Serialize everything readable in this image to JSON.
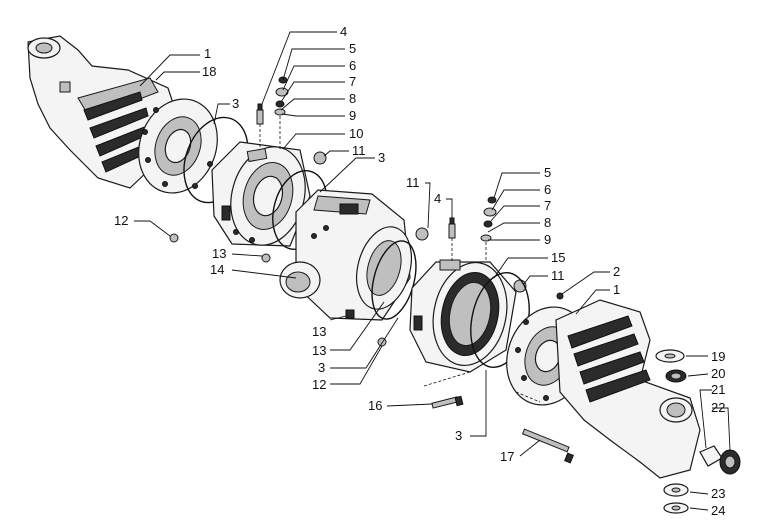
{
  "callouts": [
    {
      "id": "c1a",
      "label": "1"
    },
    {
      "id": "c18",
      "label": "18"
    },
    {
      "id": "c3a",
      "label": "3"
    },
    {
      "id": "c4a",
      "label": "4"
    },
    {
      "id": "c5a",
      "label": "5"
    },
    {
      "id": "c6a",
      "label": "6"
    },
    {
      "id": "c7a",
      "label": "7"
    },
    {
      "id": "c8a",
      "label": "8"
    },
    {
      "id": "c9a",
      "label": "9"
    },
    {
      "id": "c10",
      "label": "10"
    },
    {
      "id": "c11a",
      "label": "11"
    },
    {
      "id": "c3b",
      "label": "3"
    },
    {
      "id": "c12a",
      "label": "12"
    },
    {
      "id": "c13a",
      "label": "13"
    },
    {
      "id": "c14",
      "label": "14"
    },
    {
      "id": "c11b",
      "label": "11"
    },
    {
      "id": "c4b",
      "label": "4"
    },
    {
      "id": "c5b",
      "label": "5"
    },
    {
      "id": "c6b",
      "label": "6"
    },
    {
      "id": "c7b",
      "label": "7"
    },
    {
      "id": "c8b",
      "label": "8"
    },
    {
      "id": "c9b",
      "label": "9"
    },
    {
      "id": "c15",
      "label": "15"
    },
    {
      "id": "c11c",
      "label": "11"
    },
    {
      "id": "c2",
      "label": "2"
    },
    {
      "id": "c1b",
      "label": "1"
    },
    {
      "id": "c13b",
      "label": "13"
    },
    {
      "id": "c13c",
      "label": "13"
    },
    {
      "id": "c3c",
      "label": "3"
    },
    {
      "id": "c12b",
      "label": "12"
    },
    {
      "id": "c16",
      "label": "16"
    },
    {
      "id": "c3d",
      "label": "3"
    },
    {
      "id": "c17",
      "label": "17"
    },
    {
      "id": "c19",
      "label": "19"
    },
    {
      "id": "c20",
      "label": "20"
    },
    {
      "id": "c21",
      "label": "21"
    },
    {
      "id": "c22",
      "label": "22"
    },
    {
      "id": "c23",
      "label": "23"
    },
    {
      "id": "c24",
      "label": "24"
    }
  ]
}
